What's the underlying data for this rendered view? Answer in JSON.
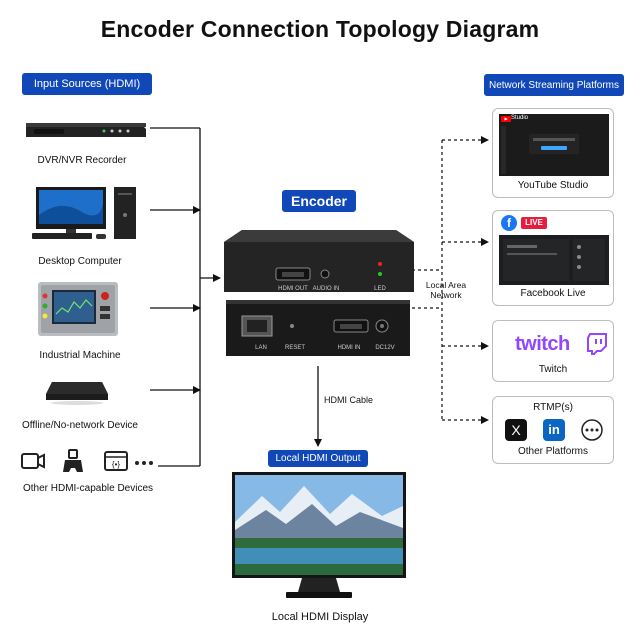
{
  "title": "Encoder Connection Topology Diagram",
  "input_header": "Input Sources (HDMI)",
  "platform_header": "Network Streaming Platforms",
  "encoder_label": "Encoder",
  "output_header": "Local HDMI Output",
  "sources": [
    {
      "label": "DVR/NVR Recorder"
    },
    {
      "label": "Desktop Computer"
    },
    {
      "label": "Industrial Machine"
    },
    {
      "label": "Offline/No-network Device"
    },
    {
      "label": "Other HDMI-capable Devices"
    }
  ],
  "encoder_ports": {
    "hdmi_out": "HDMI OUT",
    "audio_in": "AUDIO IN",
    "led": "LED",
    "lan": "LAN",
    "reset": "RESET",
    "hdmi_in": "HDMI IN",
    "dc": "DC12V"
  },
  "network_label": "Local Area\nNetwork",
  "hdmi_cable_label": "HDMI Cable",
  "display_label": "Local HDMI Display",
  "platforms": {
    "youtube": {
      "label": "YouTube Studio",
      "header": "Studio"
    },
    "facebook": {
      "label": "Facebook Live",
      "badge": "LIVE"
    },
    "twitch": {
      "label": "Twitch",
      "logo": "twitch"
    },
    "other": {
      "label": "Other Platforms",
      "header": "RTMP(s)",
      "x_glyph": "X",
      "in_glyph": "in"
    }
  },
  "colors": {
    "accent": "#1148b8",
    "youtube_red": "#ff0000",
    "facebook_blue": "#1877f2",
    "twitch_purple": "#9146ff",
    "linkedin_blue": "#0a66c2"
  },
  "icons": [
    "camera-icon",
    "gamepad-icon",
    "capture-icon",
    "more-icon"
  ]
}
